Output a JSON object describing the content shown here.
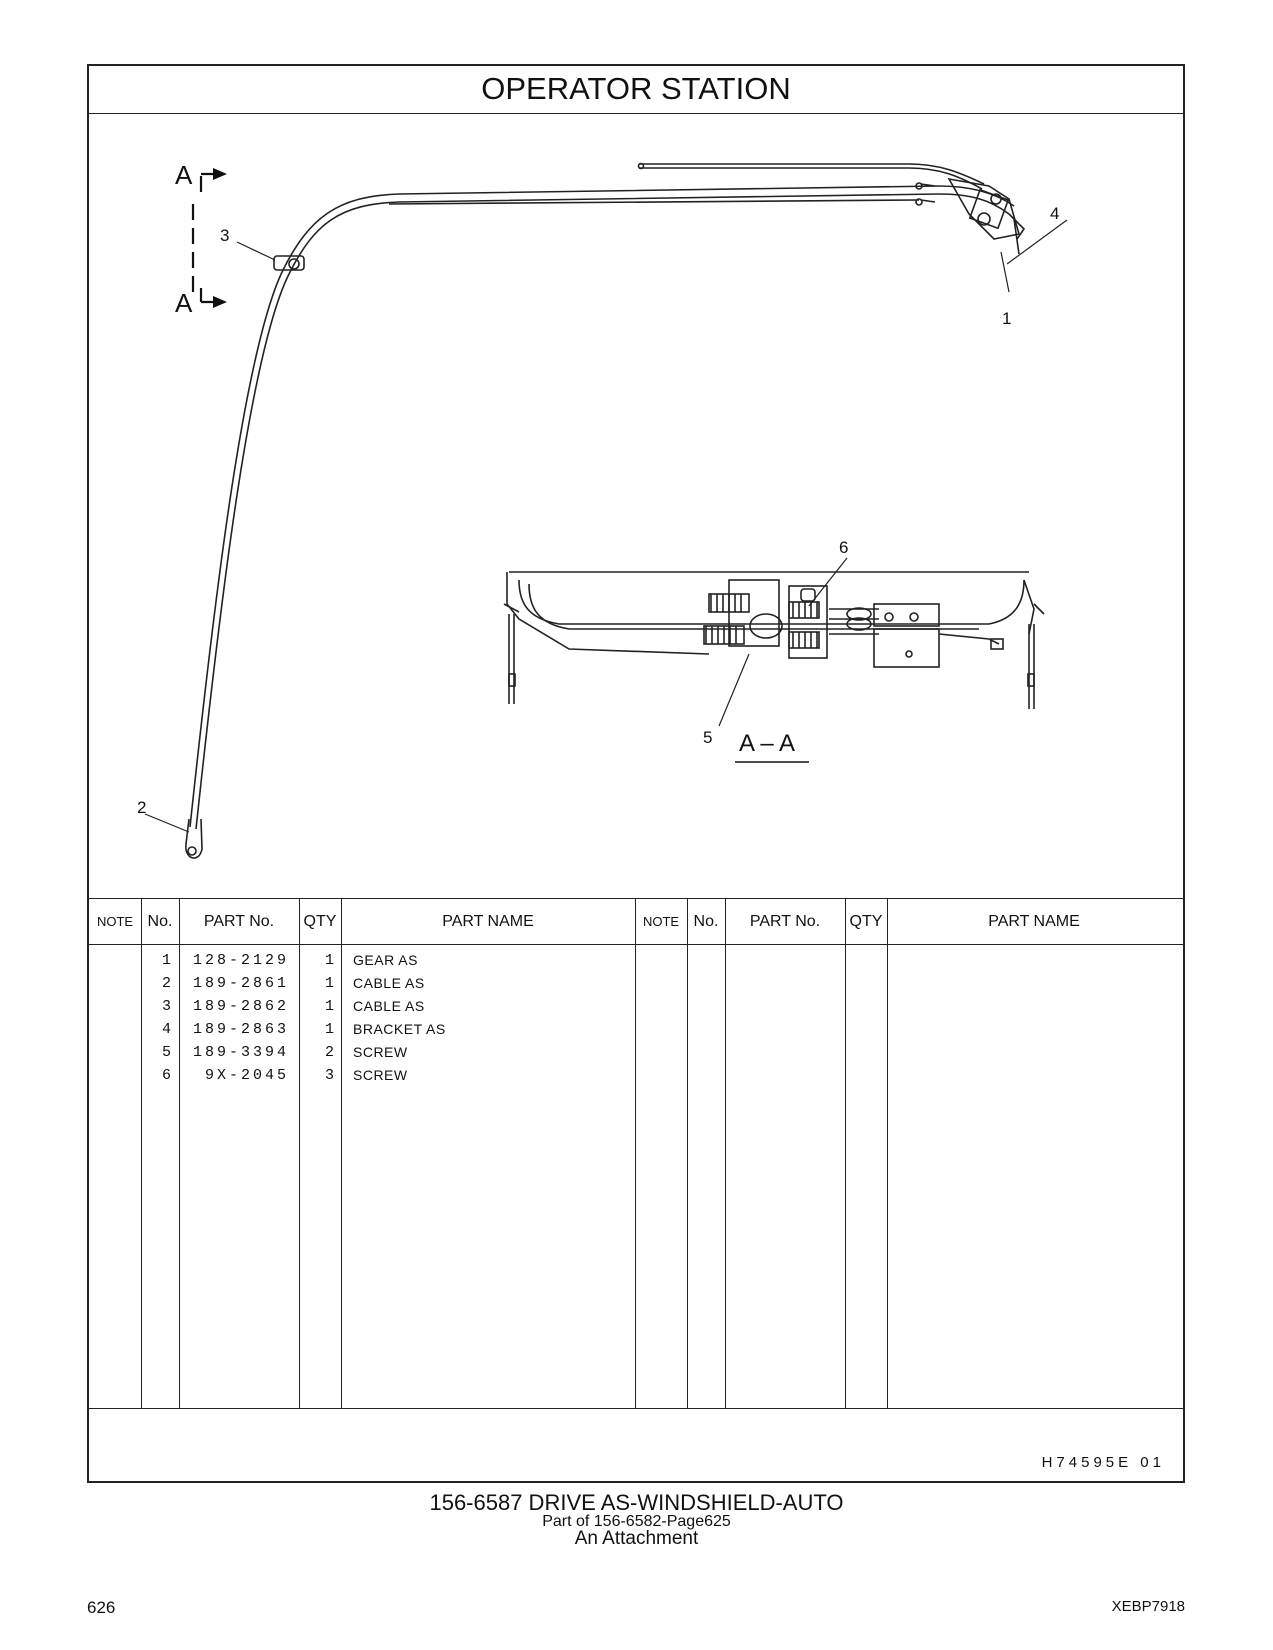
{
  "header": {
    "title": "OPERATOR   STATION"
  },
  "drawing": {
    "callouts": [
      "1",
      "2",
      "3",
      "4",
      "5",
      "6"
    ],
    "section_markers": {
      "top": "A",
      "bottom": "A",
      "view_label": "A – A"
    }
  },
  "table": {
    "headers": [
      "NOTE",
      "No.",
      "PART No.",
      "QTY",
      "PART NAME",
      "NOTE",
      "No.",
      "PART No.",
      "QTY",
      "PART NAME"
    ],
    "rows": [
      {
        "no": "1",
        "part_no": "128-2129",
        "qty": "1",
        "name": "GEAR  AS"
      },
      {
        "no": "2",
        "part_no": "189-2861",
        "qty": "1",
        "name": "CABLE  AS"
      },
      {
        "no": "3",
        "part_no": "189-2862",
        "qty": "1",
        "name": "CABLE  AS"
      },
      {
        "no": "4",
        "part_no": "189-2863",
        "qty": "1",
        "name": "BRACKET  AS"
      },
      {
        "no": "5",
        "part_no": "189-3394",
        "qty": "2",
        "name": "SCREW"
      },
      {
        "no": "6",
        "part_no": "9X-2045",
        "qty": "3",
        "name": "SCREW"
      }
    ]
  },
  "footer": {
    "ref_code": "H74595E   01",
    "assembly": "156-6587   DRIVE  AS-WINDSHIELD-AUTO",
    "part_of": "Part of 156-6582-Page625",
    "attachment": "An Attachment",
    "page_number": "626",
    "doc_number": "XEBP7918"
  }
}
